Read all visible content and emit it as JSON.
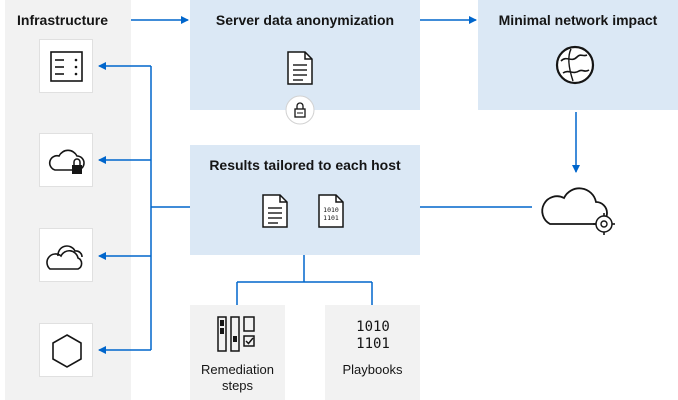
{
  "infrastructure": {
    "title": "Infrastructure"
  },
  "anonymization": {
    "title": "Server data anonymization"
  },
  "network": {
    "title": "Minimal network impact"
  },
  "results": {
    "title": "Results tailored to each host"
  },
  "remediation": {
    "label_line1": "Remediation",
    "label_line2": "steps"
  },
  "playbooks": {
    "label": "Playbooks"
  },
  "colors": {
    "panel_blue": "#dbe8f5",
    "panel_gray": "#f2f2f2",
    "arrow": "#0066cc",
    "line_dark": "#151515"
  },
  "icons": [
    "server-rack-icon",
    "cloud-lock-icon",
    "multi-cloud-icon",
    "hexagon-icon",
    "document-icon",
    "lock-icon",
    "globe-icon",
    "cloud-gear-icon",
    "binary-file-icon",
    "checklist-icon",
    "binary-icon"
  ]
}
